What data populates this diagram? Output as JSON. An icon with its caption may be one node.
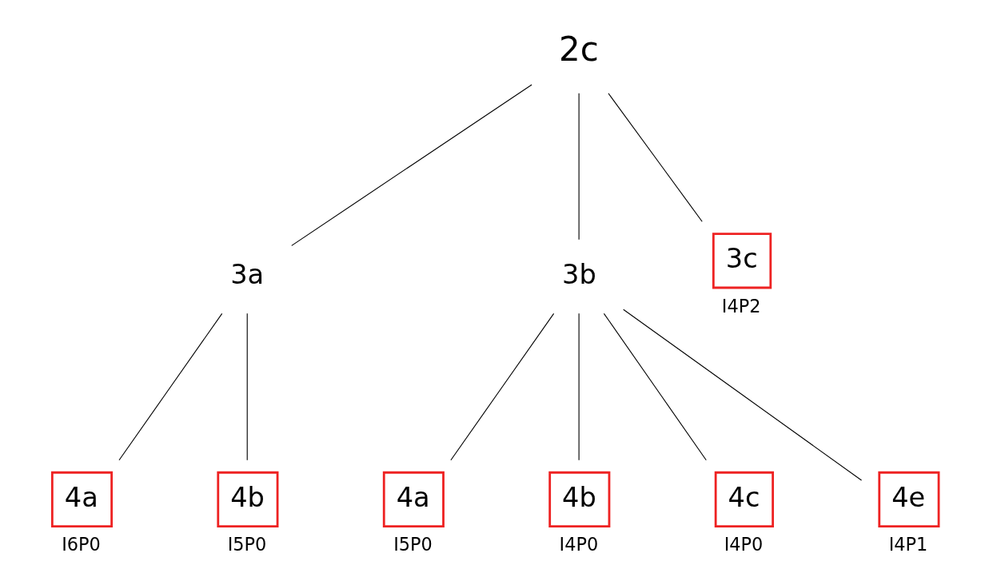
{
  "diagram": {
    "nodes": [
      {
        "text": [
          "2c"
        ]
      },
      {
        "text": [
          "3a"
        ]
      },
      {
        "text": [
          "3b"
        ]
      },
      {
        "text": [
          "3c"
        ],
        "beside": [
          "I4P2"
        ]
      },
      {
        "text": [
          "4a"
        ],
        "beside": [
          "I6P0"
        ]
      },
      {
        "text": [
          "4b"
        ],
        "beside": [
          "I5P0"
        ]
      },
      {
        "text": [
          "4a"
        ],
        "beside": [
          "I5P0"
        ]
      },
      {
        "text": [
          "4b"
        ],
        "beside": [
          "I4P0"
        ]
      },
      {
        "text": [
          "4c"
        ],
        "beside": [
          "I4P0"
        ]
      },
      {
        "text": [
          "4e"
        ],
        "beside": [
          "I4P1"
        ]
      }
    ],
    "edges": [
      {
        "from": 0,
        "to": 1,
        "arrow": "none"
      },
      {
        "from": 0,
        "to": 2,
        "arrow": "none"
      },
      {
        "from": 0,
        "to": 3,
        "arrow": "none"
      },
      {
        "from": 1,
        "to": 4,
        "arrow": "none"
      },
      {
        "from": 1,
        "to": 5,
        "arrow": "none"
      },
      {
        "from": 2,
        "to": 6,
        "arrow": "none"
      },
      {
        "from": 2,
        "to": 7,
        "arrow": "none"
      },
      {
        "from": 2,
        "to": 8,
        "arrow": "none"
      },
      {
        "from": 2,
        "to": 9,
        "arrow": "none"
      }
    ]
  }
}
